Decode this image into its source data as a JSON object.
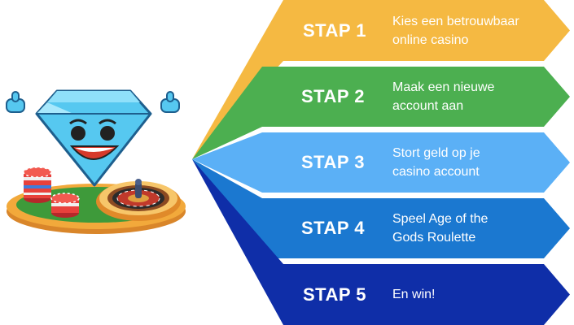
{
  "steps": [
    {
      "label": "STAP 1",
      "lines": [
        "Kies een betrouwbaar",
        "online casino"
      ],
      "color": "#F5B942"
    },
    {
      "label": "STAP 2",
      "lines": [
        "Maak een nieuwe",
        "account aan"
      ],
      "color": "#4CAF50"
    },
    {
      "label": "STAP 3",
      "lines": [
        "Stort geld op je",
        "casino account"
      ],
      "color": "#5BB0F6"
    },
    {
      "label": "STAP 4",
      "lines": [
        "Speel Age of the",
        "Gods Roulette"
      ],
      "color": "#1B78D0"
    },
    {
      "label": "STAP 5",
      "lines": [
        "En win!"
      ],
      "color": "#0F2EA8"
    }
  ],
  "mascot": {
    "icons": [
      "diamond-mascot-icon",
      "roulette-wheel-icon",
      "casino-chips-icon",
      "thumbs-up-icon"
    ],
    "colors": {
      "diamond": "#56C8F0",
      "table": "#3E9A3A",
      "rim": "#F2A93B",
      "chip": "#E8413C"
    }
  }
}
